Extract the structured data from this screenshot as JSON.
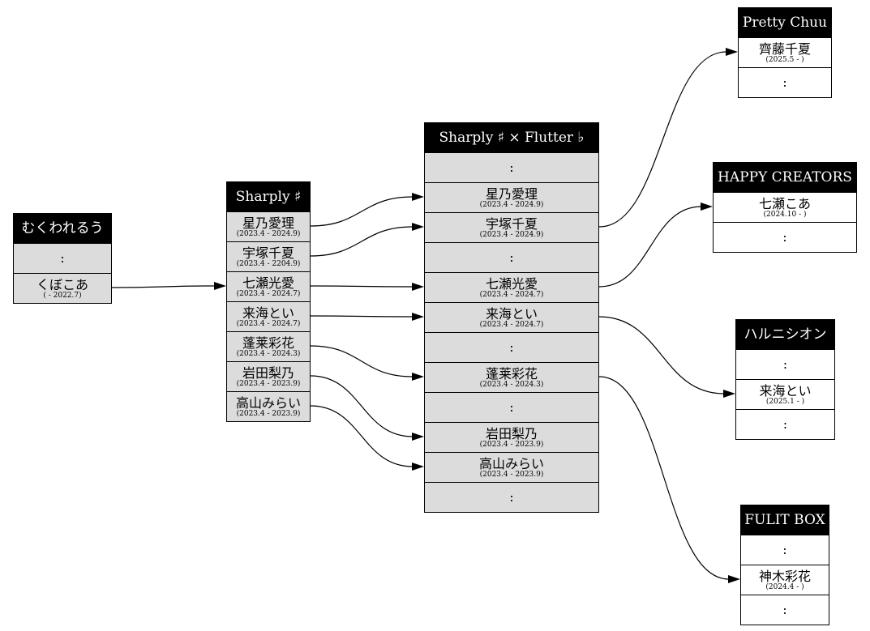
{
  "groups": [
    {
      "id": "mukuwareru",
      "title": "むくわれるう",
      "style": "gray",
      "rows": [
        {
          "dots": true
        },
        {
          "name": "くぼこあ",
          "term": "( - 2022.7)"
        }
      ]
    },
    {
      "id": "sharply",
      "title": "Sharply ♯",
      "style": "gray",
      "rows": [
        {
          "name": "星乃愛理",
          "term": "(2023.4 - 2024.9)"
        },
        {
          "name": "宇塚千夏",
          "term": "(2023.4 - 2204.9)"
        },
        {
          "name": "七瀬光愛",
          "term": "(2023.4 - 2024.7)"
        },
        {
          "name": "来海とい",
          "term": "(2023.4 - 2024.7)"
        },
        {
          "name": "蓬莱彩花",
          "term": "(2023.4 - 2024.3)"
        },
        {
          "name": "岩田梨乃",
          "term": "(2023.4 - 2023.9)"
        },
        {
          "name": "高山みらい",
          "term": "(2023.4 - 2023.9)"
        }
      ]
    },
    {
      "id": "sharply-flutter",
      "title": "Sharply ♯ × Flutter ♭",
      "style": "gray",
      "rows": [
        {
          "dots": true
        },
        {
          "name": "星乃愛理",
          "term": "(2023.4 - 2024.9)"
        },
        {
          "name": "宇塚千夏",
          "term": "(2023.4 - 2024.9)"
        },
        {
          "dots": true
        },
        {
          "name": "七瀬光愛",
          "term": "(2023.4 - 2024.7)"
        },
        {
          "name": "来海とい",
          "term": "(2023.4 - 2024.7)"
        },
        {
          "dots": true
        },
        {
          "name": "蓬莱彩花",
          "term": "(2023.4 - 2024.3)"
        },
        {
          "dots": true
        },
        {
          "name": "岩田梨乃",
          "term": "(2023.4 - 2023.9)"
        },
        {
          "name": "高山みらい",
          "term": "(2023.4 - 2023.9)"
        },
        {
          "dots": true
        }
      ]
    },
    {
      "id": "pretty-chuu",
      "title": "Pretty Chuu",
      "style": "white",
      "rows": [
        {
          "name": "齊藤千夏",
          "term": "(2025.5 - )"
        },
        {
          "dots": true
        }
      ]
    },
    {
      "id": "happy-creators",
      "title": "HAPPY CREATORS",
      "style": "white",
      "rows": [
        {
          "name": "七瀬こあ",
          "term": "(2024.10 - )"
        },
        {
          "dots": true
        }
      ]
    },
    {
      "id": "harunishion",
      "title": "ハルニシオン",
      "style": "white",
      "rows": [
        {
          "dots": true
        },
        {
          "name": "来海とい",
          "term": "(2025.1 - )"
        },
        {
          "dots": true
        }
      ]
    },
    {
      "id": "fulit-box",
      "title": "FULIT BOX",
      "style": "white",
      "rows": [
        {
          "dots": true
        },
        {
          "name": "神木彩花",
          "term": "(2024.4 - )"
        },
        {
          "dots": true
        }
      ]
    }
  ],
  "edges": [
    {
      "from": "mukuwareru.1",
      "to": "sharply.2"
    },
    {
      "from": "sharply.0",
      "to": "sharply-flutter.1"
    },
    {
      "from": "sharply.1",
      "to": "sharply-flutter.2"
    },
    {
      "from": "sharply.2",
      "to": "sharply-flutter.4"
    },
    {
      "from": "sharply.3",
      "to": "sharply-flutter.5"
    },
    {
      "from": "sharply.4",
      "to": "sharply-flutter.7"
    },
    {
      "from": "sharply.5",
      "to": "sharply-flutter.9"
    },
    {
      "from": "sharply.6",
      "to": "sharply-flutter.10"
    },
    {
      "from": "sharply-flutter.2",
      "to": "pretty-chuu.0"
    },
    {
      "from": "sharply-flutter.4",
      "to": "happy-creators.0"
    },
    {
      "from": "sharply-flutter.5",
      "to": "harunishion.1"
    },
    {
      "from": "sharply-flutter.7",
      "to": "fulit-box.1"
    }
  ],
  "dots_glyph": ":"
}
